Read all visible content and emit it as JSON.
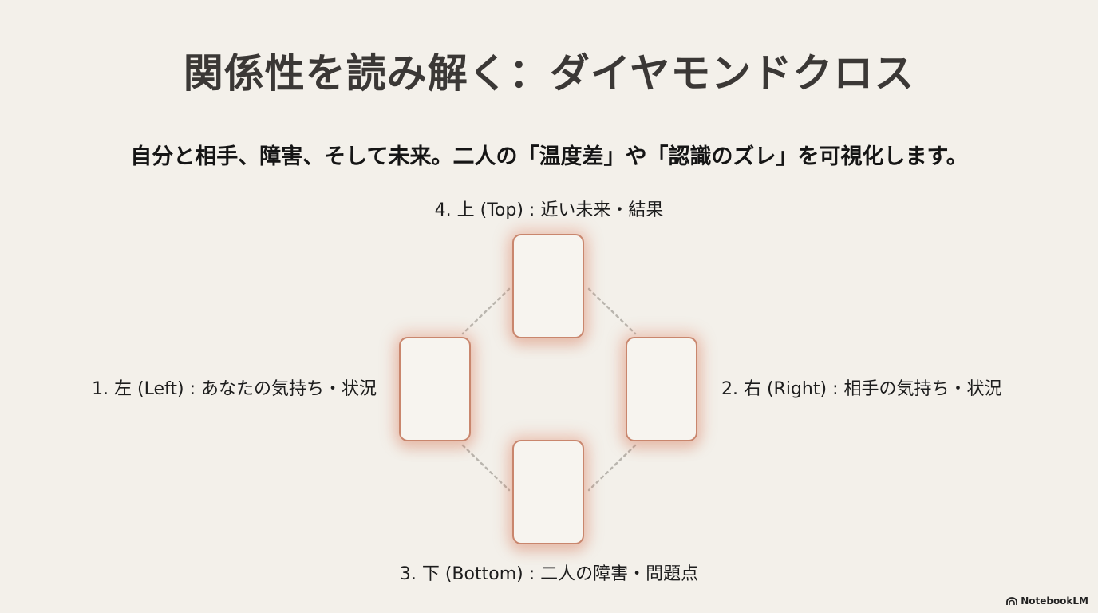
{
  "title": "関係性を読み解く：ダイヤモンドクロス",
  "subtitle": "自分と相手、障害、そして未来。二人の「温度差」や「認識のズレ」を可視化します。",
  "positions": {
    "top": "4. 上 (Top) : 近い未来・結果",
    "left": "1. 左 (Left) : あなたの気持ち・状況",
    "right": "2. 右 (Right) : 相手の気持ち・状況",
    "bottom": "3. 下 (Bottom) : 二人の障害・問題点"
  },
  "footer": {
    "brand": "NotebookLM",
    "icon": "notebooklm-logo-icon"
  },
  "colors": {
    "background": "#f3f0ea",
    "card_border": "#c9866d",
    "card_glow": "#e08264",
    "connector": "#b9b5ae"
  }
}
